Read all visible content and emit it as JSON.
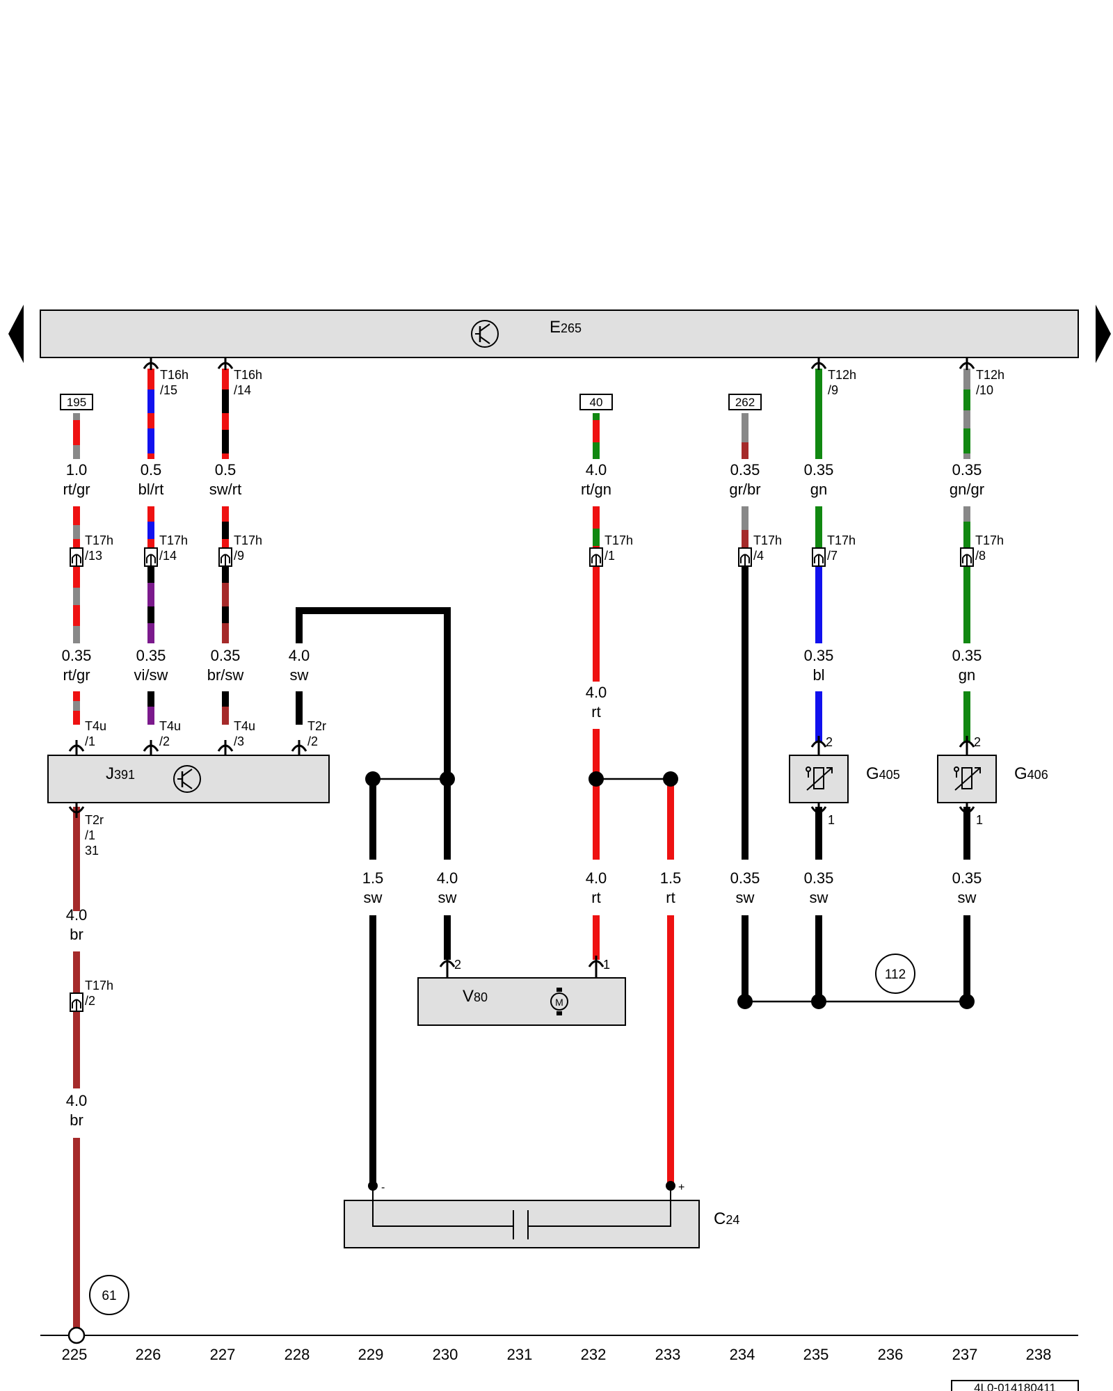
{
  "components": {
    "E265": {
      "label": "E",
      "sub": "265"
    },
    "J391": {
      "label": "J",
      "sub": "391"
    },
    "V80": {
      "label": "V",
      "sub": "80"
    },
    "C24": {
      "label": "C",
      "sub": "24"
    },
    "G405": {
      "label": "G",
      "sub": "405"
    },
    "G406": {
      "label": "G",
      "sub": "406"
    },
    "motor_symbol": "M",
    "c24_minus": "-",
    "c24_plus": "+"
  },
  "colors": {
    "rt": "#ee1111",
    "gr": "#888888",
    "bl": "#1111ee",
    "sw": "#000000",
    "br": "#a52a2a",
    "vi": "#7b1a8c",
    "gn": "#118811",
    "box": "#e0e0e0"
  },
  "references": [
    "195",
    "40",
    "262"
  ],
  "circle_refs": [
    "61",
    "112"
  ],
  "wires": [
    {
      "size": "1.0",
      "color": "rt/gr"
    },
    {
      "size": "0.5",
      "color": "bl/rt"
    },
    {
      "size": "0.5",
      "color": "sw/rt"
    },
    {
      "size": "4.0",
      "color": "rt/gn"
    },
    {
      "size": "0.35",
      "color": "gr/br"
    },
    {
      "size": "0.35",
      "color": "gn"
    },
    {
      "size": "0.35",
      "color": "gn/gr"
    },
    {
      "size": "0.35",
      "color": "rt/gr"
    },
    {
      "size": "0.35",
      "color": "vi/sw"
    },
    {
      "size": "0.35",
      "color": "br/sw"
    },
    {
      "size": "4.0",
      "color": "sw"
    },
    {
      "size": "0.35",
      "color": "bl"
    },
    {
      "size": "0.35",
      "color": "gn"
    },
    {
      "size": "4.0",
      "color": "rt"
    },
    {
      "size": "4.0",
      "color": "br"
    },
    {
      "size": "1.5",
      "color": "sw"
    },
    {
      "size": "4.0",
      "color": "sw"
    },
    {
      "size": "4.0",
      "color": "rt"
    },
    {
      "size": "1.5",
      "color": "rt"
    },
    {
      "size": "0.35",
      "color": "sw"
    },
    {
      "size": "0.35",
      "color": "sw"
    },
    {
      "size": "0.35",
      "color": "sw"
    },
    {
      "size": "4.0",
      "color": "br"
    }
  ],
  "connectors": [
    {
      "line1": "T16h",
      "line2": "/15"
    },
    {
      "line1": "T16h",
      "line2": "/14"
    },
    {
      "line1": "T12h",
      "line2": "/9"
    },
    {
      "line1": "T12h",
      "line2": "/10"
    },
    {
      "line1": "T17h",
      "line2": "/13"
    },
    {
      "line1": "T17h",
      "line2": "/14"
    },
    {
      "line1": "T17h",
      "line2": "/9"
    },
    {
      "line1": "T17h",
      "line2": "/1"
    },
    {
      "line1": "T17h",
      "line2": "/4"
    },
    {
      "line1": "T17h",
      "line2": "/7"
    },
    {
      "line1": "T17h",
      "line2": "/8"
    },
    {
      "line1": "T4u",
      "line2": "/1"
    },
    {
      "line1": "T4u",
      "line2": "/2"
    },
    {
      "line1": "T4u",
      "line2": "/3"
    },
    {
      "line1": "T2r",
      "line2": "/2"
    },
    {
      "line1": "T2r",
      "line2": "/1",
      "line3": "31"
    },
    {
      "line1": "T17h",
      "line2": "/2"
    }
  ],
  "pins": [
    "2",
    "1",
    "2",
    "1",
    "2",
    "1"
  ],
  "columns": [
    "225",
    "226",
    "227",
    "228",
    "229",
    "230",
    "231",
    "232",
    "233",
    "234",
    "235",
    "236",
    "237",
    "238"
  ],
  "doc_id": "4L0-014180411"
}
